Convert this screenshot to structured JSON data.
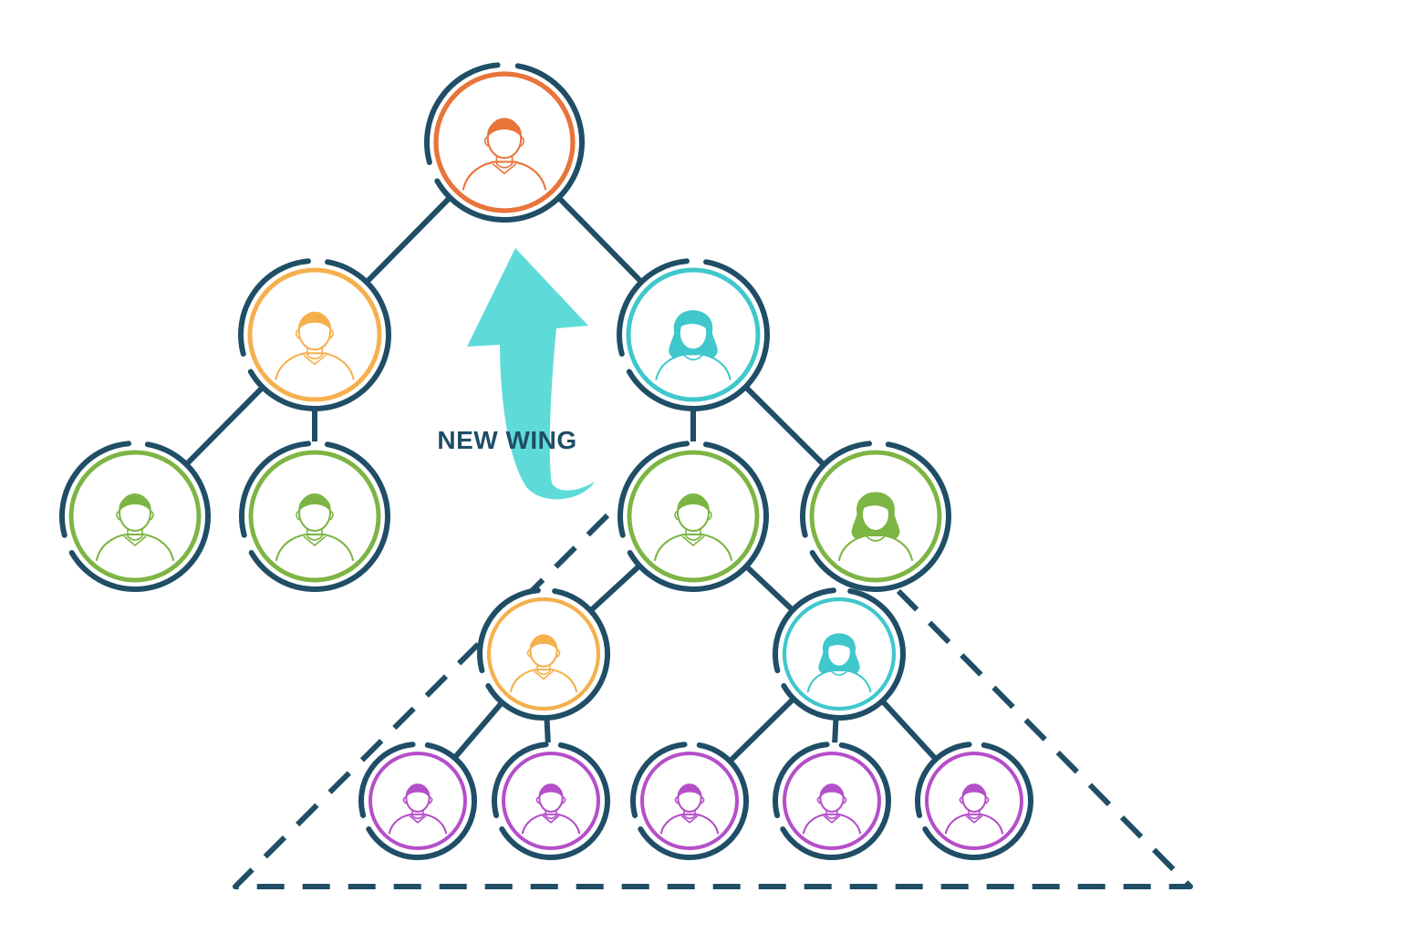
{
  "annotation": {
    "label": "NEW WING"
  },
  "colors": {
    "line": "#1f4e66",
    "arrow": "#5edbd9",
    "root": "#e8743a",
    "manager_male": "#f5b04d",
    "manager_female": "#3fc7cc",
    "staff": "#7db544",
    "intern": "#b54ec9"
  },
  "nodes": [
    {
      "id": "root",
      "role": "root",
      "gender": "male",
      "icon": "person-male-icon"
    },
    {
      "id": "left-manager",
      "role": "manager_male",
      "gender": "male",
      "icon": "person-male-icon"
    },
    {
      "id": "right-manager",
      "role": "manager_female",
      "gender": "female",
      "icon": "person-female-icon"
    },
    {
      "id": "left-staff-1",
      "role": "staff",
      "gender": "male",
      "icon": "person-male-icon"
    },
    {
      "id": "left-staff-2",
      "role": "staff",
      "gender": "male",
      "icon": "person-male-icon"
    },
    {
      "id": "right-staff-1",
      "role": "staff",
      "gender": "male",
      "icon": "person-male-icon"
    },
    {
      "id": "right-staff-2",
      "role": "staff",
      "gender": "female",
      "icon": "person-female-icon"
    },
    {
      "id": "wing-lead-1",
      "role": "manager_male",
      "gender": "male",
      "icon": "person-male-icon"
    },
    {
      "id": "wing-lead-2",
      "role": "manager_female",
      "gender": "female",
      "icon": "person-female-icon"
    },
    {
      "id": "wing-member-1",
      "role": "intern",
      "gender": "male",
      "icon": "person-male-icon"
    },
    {
      "id": "wing-member-2",
      "role": "intern",
      "gender": "male",
      "icon": "person-male-icon"
    },
    {
      "id": "wing-member-3",
      "role": "intern",
      "gender": "male",
      "icon": "person-male-icon"
    },
    {
      "id": "wing-member-4",
      "role": "intern",
      "gender": "male",
      "icon": "person-male-icon"
    },
    {
      "id": "wing-member-5",
      "role": "intern",
      "gender": "male",
      "icon": "person-male-icon"
    }
  ],
  "edges": [
    [
      "root",
      "left-manager"
    ],
    [
      "root",
      "right-manager"
    ],
    [
      "left-manager",
      "left-staff-1"
    ],
    [
      "left-manager",
      "left-staff-2"
    ],
    [
      "right-manager",
      "right-staff-1"
    ],
    [
      "right-manager",
      "right-staff-2"
    ],
    [
      "right-staff-1",
      "wing-lead-1"
    ],
    [
      "right-staff-1",
      "wing-lead-2"
    ],
    [
      "wing-lead-1",
      "wing-member-1"
    ],
    [
      "wing-lead-1",
      "wing-member-2"
    ],
    [
      "wing-lead-2",
      "wing-member-3"
    ],
    [
      "wing-lead-2",
      "wing-member-4"
    ],
    [
      "wing-lead-2",
      "wing-member-5"
    ]
  ]
}
